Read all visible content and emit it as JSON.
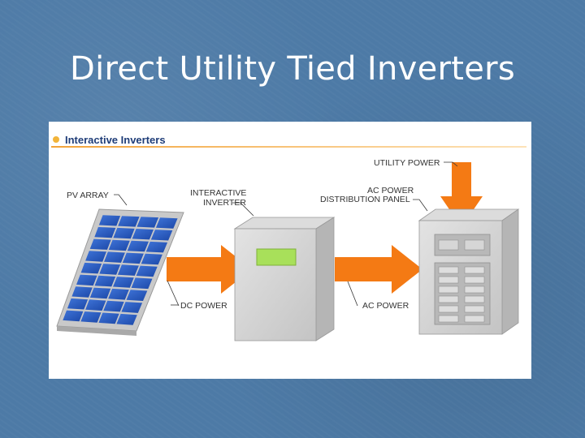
{
  "slide": {
    "title": "Direct Utility Tied Inverters"
  },
  "diagram": {
    "header": "Interactive Inverters",
    "labels": {
      "pv_array": "PV ARRAY",
      "interactive_inverter_line1": "INTERACTIVE",
      "interactive_inverter_line2": "INVERTER",
      "ac_power_dist_line1": "AC POWER",
      "ac_power_dist_line2": "DISTRIBUTION PANEL",
      "utility_power": "UTILITY POWER",
      "dc_power": "DC POWER",
      "ac_power": "AC POWER"
    },
    "colors": {
      "arrow": "#f47a14",
      "solar_cell": "#2a5cc4",
      "display": "#a8e05a",
      "header_text": "#1f3d78"
    }
  }
}
